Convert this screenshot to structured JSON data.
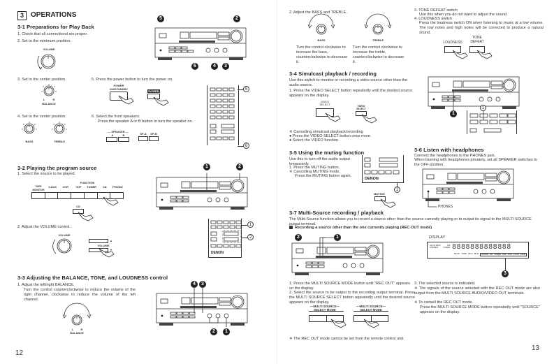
{
  "left_page": {
    "chapter": {
      "number": "3",
      "title": "OPERATIONS"
    },
    "s31": {
      "title": "3-1 Preparations for Play Back",
      "step1": "1.  Check that all connectiond are proper.",
      "step2": "2.  Set to the minimum position.",
      "volume_label": "VOLUME",
      "step3": "3.  Set to the center position.",
      "balance_label": "BALANCE",
      "balance_l": "L",
      "balance_r": "R",
      "step4": "4.  Set to the center position.",
      "bass_label": "BASS",
      "treble_label": "TREBLE",
      "step5": "5.  Press the power button to turn the power on.",
      "power_label": "POWER\nON/STANDBY",
      "power_remote_label": "POWER",
      "step6a": "6.  Select the front speakers.",
      "step6b": "Press the speaker A or B button to turn the speaker on.",
      "speaker_label": "— SPEAKER —",
      "speaker_a": "A",
      "speaker_b": "B",
      "spa_label": "SP-A",
      "spb_label": "SP-B",
      "callouts": [
        "5",
        "2",
        "6",
        "4",
        "3"
      ],
      "remote_callouts": [
        "5",
        "6"
      ]
    },
    "s32": {
      "title": "3-2 Playing the program source",
      "step1": "1.  Select the source to be played.",
      "function_label": "FUNCTION",
      "sources": [
        "TAPE MONITOR",
        "V.AUX",
        "VCR",
        "VDP",
        "TUNER",
        "CD",
        "PHONO"
      ],
      "cd_label": "CD",
      "step2": "2.  Adjust the VOLUME control.",
      "volume_label": "VOLUME",
      "remote_volume_label": "VOLUME",
      "callouts": [
        "1",
        "2"
      ],
      "remote_callouts": [
        "1",
        "2"
      ],
      "remote_brand": "DENON"
    },
    "s33": {
      "title": "3-3 Adjusting the BALANCE, TONE, and LOUDNESS control",
      "step1": "1.  Adjust the left/right BALANCE.",
      "step1_desc": "Turn the control counterclockwise to reduce the volume of the right channel, clockwise to reduce the volume of the left channel.",
      "balance_label": "BALANCE",
      "balance_l": "L",
      "balance_r": "R",
      "callouts": [
        "4",
        "3",
        "2",
        "1"
      ]
    },
    "page_number": "12"
  },
  "right_page": {
    "s33_cont": {
      "step2": "2.  Adjust the BASS and TREBLE.",
      "bass_label": "BASS",
      "treble_label": "TREBLE",
      "bass_desc": "Turn the control clockwise to increase the bass, counterclockwise to decrease it.",
      "treble_desc": "Turn the control clockwise to increase the treble, counterclockwise to decrease it.",
      "step3": "3.  TONE DEFEAT switch",
      "step3_desc": "Use this when you do not want to adjust the sound.",
      "step4": "4.  LOUDNESS switch",
      "step4_desc": "Press the loudness switch ON when listening to music at a low volume. The low notes and high notes will be corrected to produce a natural sound.",
      "loudness_label": "LOUDNESS",
      "tone_defeat_label": "TONE\nDEFEAT"
    },
    "s34": {
      "title": "3-4 Simulcast playback / recording",
      "intro": "Use this switch to monitor or recording a video source other than the audio source.",
      "step1": "1.  Press the VIDEO SELECT button repeatedly until the desired source appears on the display.",
      "video_select_label": "VIDEO\nSELECT",
      "video_select_remote_label": "VIDEO\nSELECT",
      "cancel_title": "※  Cancelling simulcast playback/recording",
      "cancel_1": "●  Press the VIDEO SELECT button once more.",
      "cancel_2": "●  Select the VIDEO function.",
      "callouts": [
        "1"
      ],
      "remote_callouts": [
        "1"
      ]
    },
    "s35": {
      "title": "3-5 Using the muting function",
      "intro": "Use this to turn off the audio output temporarily.",
      "step1": "1.  Press the MUTING button.",
      "cancel": "※  Cancelling MUTING mode.",
      "cancel_desc": "Press the MUTING button again.",
      "muting_label": "MUTING",
      "remote_brand": "DENON",
      "remote_callouts": [
        "1"
      ]
    },
    "s36": {
      "title": "3-6 Listen with headphones",
      "desc1": "Connect the headphones to the PHONES jack.",
      "desc2": "When lisening with headphones privately, set all SPEAKER switches to the OFF position.",
      "phones_label": "PHONES"
    },
    "s37": {
      "title": "3-7 Multi-Source recording / playback",
      "intro": "The Multi-Source function allows you to record a source other than the source currently playing or to output its signal to the MULTI SOURCE output terminal.",
      "subhead": "Recording a source other than the one currently playing (REC OUT mode)",
      "step1": "1.  Press the MULTI SOURCE MODE button until \"REC OUT\" appears on the display.",
      "step2": "2.  Select the source to be output to the recording output terminal. Press the MULTI SOURCE SELECT button repeatedly until the desired source appears on the display.",
      "ms_label_1": "—MULTI SOURCE—\nSELECT    MODE",
      "ms_label_2": "—MULTI SOURCE—\nSELECT    MODE",
      "note_remote": "※  The REC OUT mode cannot be set from the remote control unit.",
      "display_title": "DISPLAY",
      "display_indicators": [
        "AUTO RDS",
        "STEREO",
        "FM",
        "TUNER"
      ],
      "display_bottom": [
        "MULTI",
        "TONE",
        "SP-A",
        "SP-B",
        "PHONO",
        "CD",
        "TUNER",
        "VDP",
        "VCR",
        "V.AUX",
        "TAPE"
      ],
      "step3": "3.  The selected source is indicated.",
      "note1": "※  The signals of the source selected with the REC OUT mode are also output from the MULTI SOURCE AUDIO/VIDEO OUT terminals.",
      "note2": "※  To cansell the REC OUT mode.",
      "note2_desc": "Press the MULTI SOURCE MODE button repeatedly until \"SOURCE\" appears on the display.",
      "callouts": [
        "2",
        "1",
        "3"
      ]
    },
    "page_number": "13"
  }
}
